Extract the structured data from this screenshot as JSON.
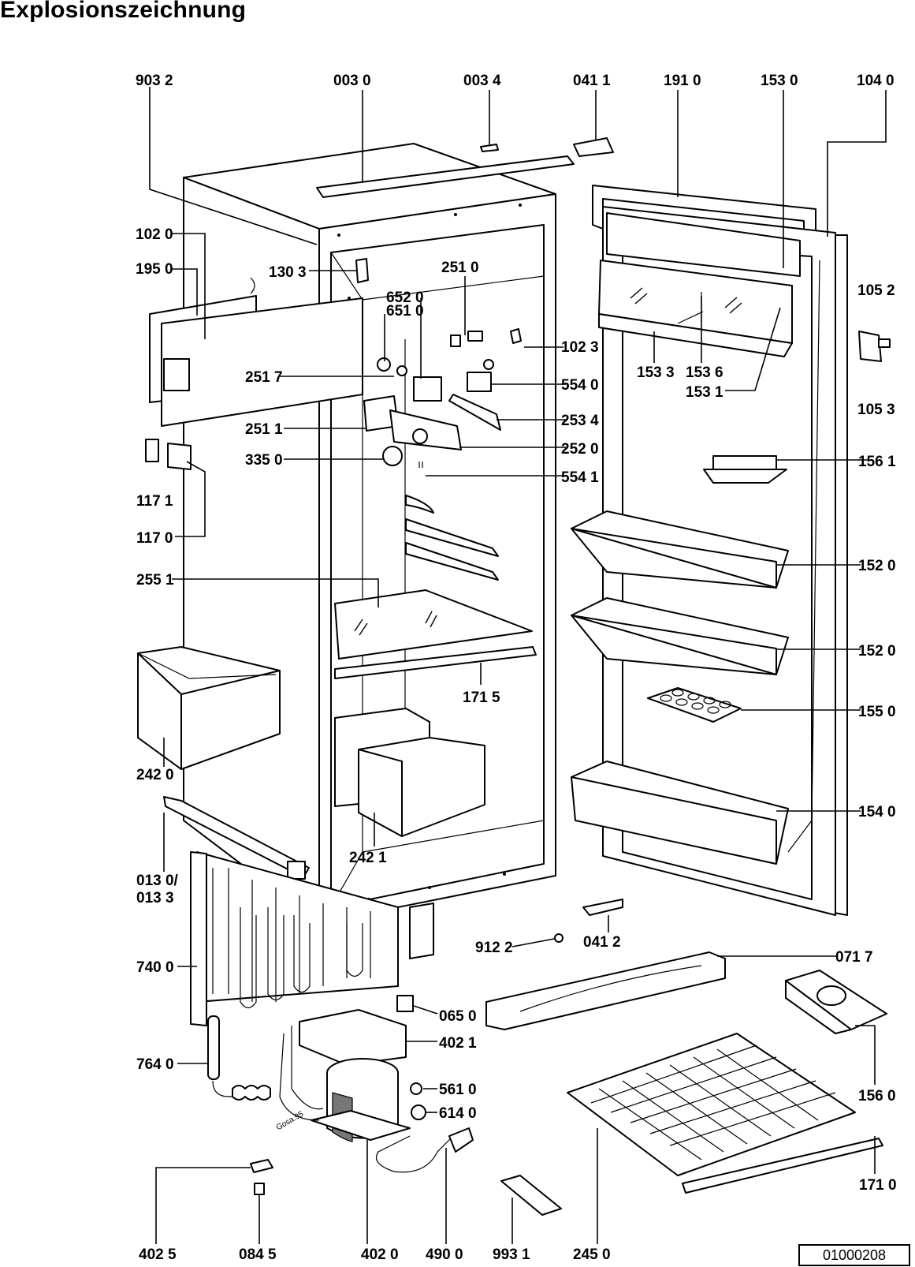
{
  "title": "Explosionszeichnung",
  "drawing_number": "01000208",
  "labels": {
    "l9032": "903 2",
    "l0030": "003 0",
    "l0034": "003 4",
    "l0411": "041 1",
    "l1910": "191 0",
    "l1530": "153 0",
    "l1040": "104 0",
    "l1020": "102 0",
    "l1950": "195 0",
    "l1303": "130 3",
    "l2510": "251 0",
    "l6520": "652 0",
    "l6510": "651 0",
    "l1023": "102 3",
    "l1052": "105 2",
    "l2517": "251 7",
    "l1533": "153 3",
    "l1536": "153 6",
    "l1531": "153 1",
    "l5540": "554 0",
    "l1053": "105 3",
    "l2511": "251 1",
    "l2534": "253 4",
    "l2520": "252 0",
    "l3350": "335 0",
    "l5541": "554 1",
    "l1561": "156 1",
    "l1171": "117 1",
    "l1170": "117 0",
    "l2551": "255 1",
    "l1520a": "152 0",
    "l1520b": "152 0",
    "l1715": "171 5",
    "l1550": "155 0",
    "l2420": "242 0",
    "l1540": "154 0",
    "l2421": "242 1",
    "l0130": "013 0/",
    "l0133": "013 3",
    "l9122": "912 2",
    "l0412": "041 2",
    "l7400": "740 0",
    "l0717": "071 7",
    "l0650": "065 0",
    "l4021": "402 1",
    "l7640": "764 0",
    "l5610": "561 0",
    "l1560": "156 0",
    "l6140": "614 0",
    "l1710": "171 0",
    "l4025": "402 5",
    "l0845": "084 5",
    "l4020": "402 0",
    "l4900": "490 0",
    "l9931": "993 1",
    "l2450": "245 0"
  },
  "stamp": "Gosa.95"
}
